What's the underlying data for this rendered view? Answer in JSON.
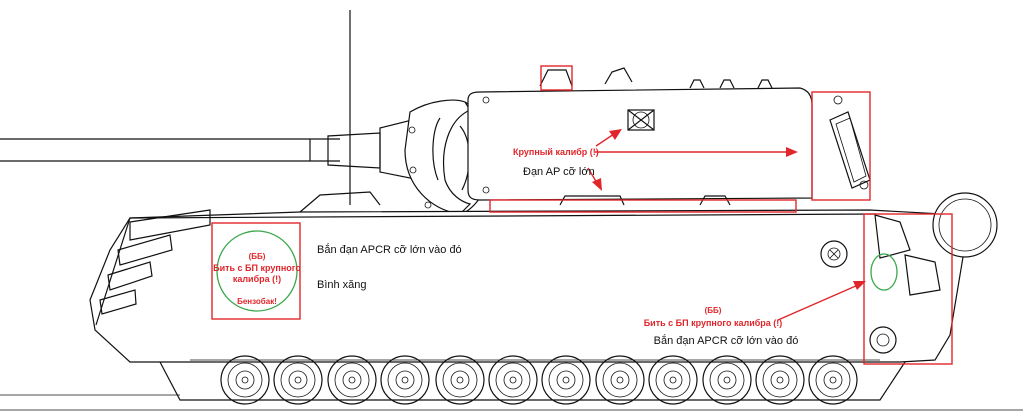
{
  "colors": {
    "annotation": "#e0262b",
    "fuel_tank_marker": "#3aa84a",
    "outline": "#111111"
  },
  "labels": {
    "turret_large_caliber_ru": "Крупный калибр (!)",
    "turret_ap_vn": "Đạn AP cỡ lớn",
    "hull_front_apcr_vn": "Bắn đạn APCR cỡ lớn vào đó",
    "hull_front_fuel_vn": "Bình xăng",
    "front_bb": "(ББ)",
    "front_apcr_ru_line1": "Бить с БП крупного",
    "front_apcr_ru_line2": "калибра (!)",
    "front_fuel_ru": "Бензобак!",
    "rear_bb": "(ББ)",
    "rear_apcr_ru": "Бить с БП крупного калибра (!)",
    "rear_apcr_vn": "Bắn đạn APCR cỡ lớn vào đó"
  }
}
